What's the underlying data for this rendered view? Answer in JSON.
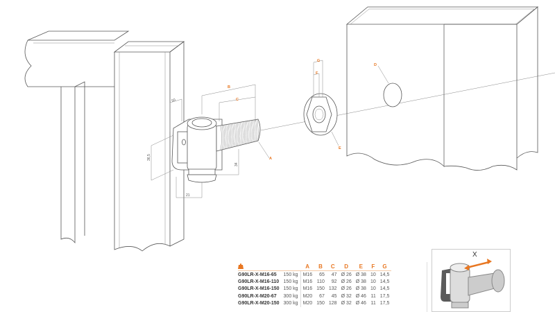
{
  "drawing": {
    "labels": {
      "A": "A",
      "B": "B",
      "C": "C",
      "D": "D",
      "E": "E",
      "F": "F",
      "G": "G"
    },
    "dimensions": {
      "width_top": "50",
      "height_left": "36,5",
      "height_right": "34",
      "width_bottom": "21"
    }
  },
  "table": {
    "headers": [
      "A",
      "B",
      "C",
      "D",
      "E",
      "F",
      "G"
    ],
    "weight_icon": "weight-icon",
    "rows": [
      {
        "model": "G90LR-X-M16-65",
        "load": "150 kg",
        "A": "M16",
        "B": "65",
        "C": "47",
        "D": "Ø 26",
        "E": "Ø 38",
        "F": "10",
        "G": "14,5"
      },
      {
        "model": "G90LR-X-M16-110",
        "load": "150 kg",
        "A": "M16",
        "B": "110",
        "C": "92",
        "D": "Ø 26",
        "E": "Ø 38",
        "F": "10",
        "G": "14,5"
      },
      {
        "model": "G90LR-X-M16-150",
        "load": "150 kg",
        "A": "M16",
        "B": "150",
        "C": "132",
        "D": "Ø 26",
        "E": "Ø 38",
        "F": "10",
        "G": "14,5"
      },
      {
        "model": "G90LR-X-M20-67",
        "load": "300 kg",
        "A": "M20",
        "B": "67",
        "C": "45",
        "D": "Ø 32",
        "E": "Ø 46",
        "F": "11",
        "G": "17,5"
      },
      {
        "model": "G90LR-X-M20-150",
        "load": "300 kg",
        "A": "M20",
        "B": "150",
        "C": "128",
        "D": "Ø 32",
        "E": "Ø 46",
        "F": "11",
        "G": "17,5"
      }
    ]
  },
  "inset": {
    "adjust_label": "X",
    "accent": "#e87722"
  }
}
